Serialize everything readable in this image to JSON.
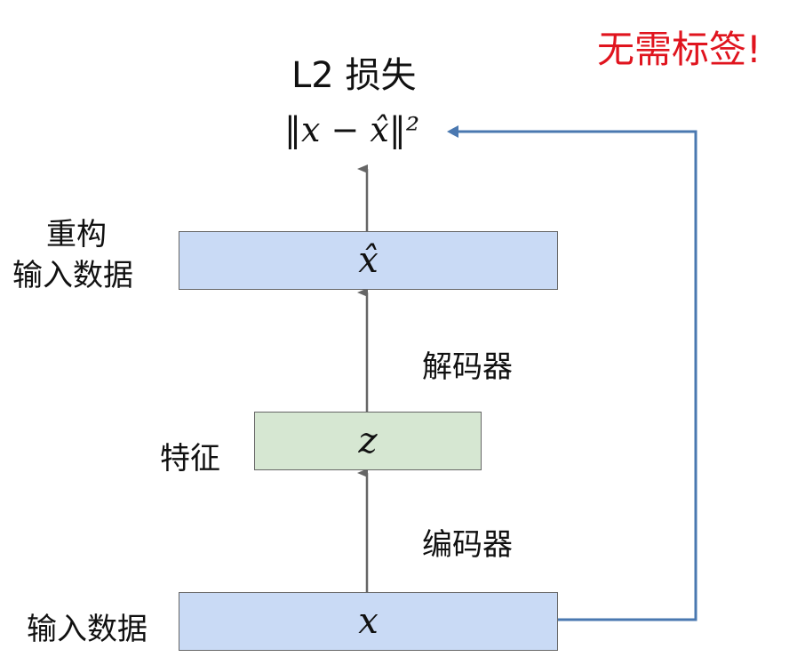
{
  "title": "L2 损失",
  "loss_formula": "‖x − x̂‖²",
  "no_label_note": "无需标签!",
  "note_color": "#e0141e",
  "labels": {
    "reconstructed_line1": "重构",
    "reconstructed_line2": "输入数据",
    "decoder": "解码器",
    "features": "特征",
    "encoder": "编码器",
    "input": "输入数据"
  },
  "boxes": {
    "reconstruction": "x̂",
    "latent": "z",
    "input": "x"
  },
  "colors": {
    "box_blue": "#c9daf5",
    "box_green": "#d6e7d2",
    "feedback_line": "#4a78b0",
    "arrow": "#666666"
  }
}
